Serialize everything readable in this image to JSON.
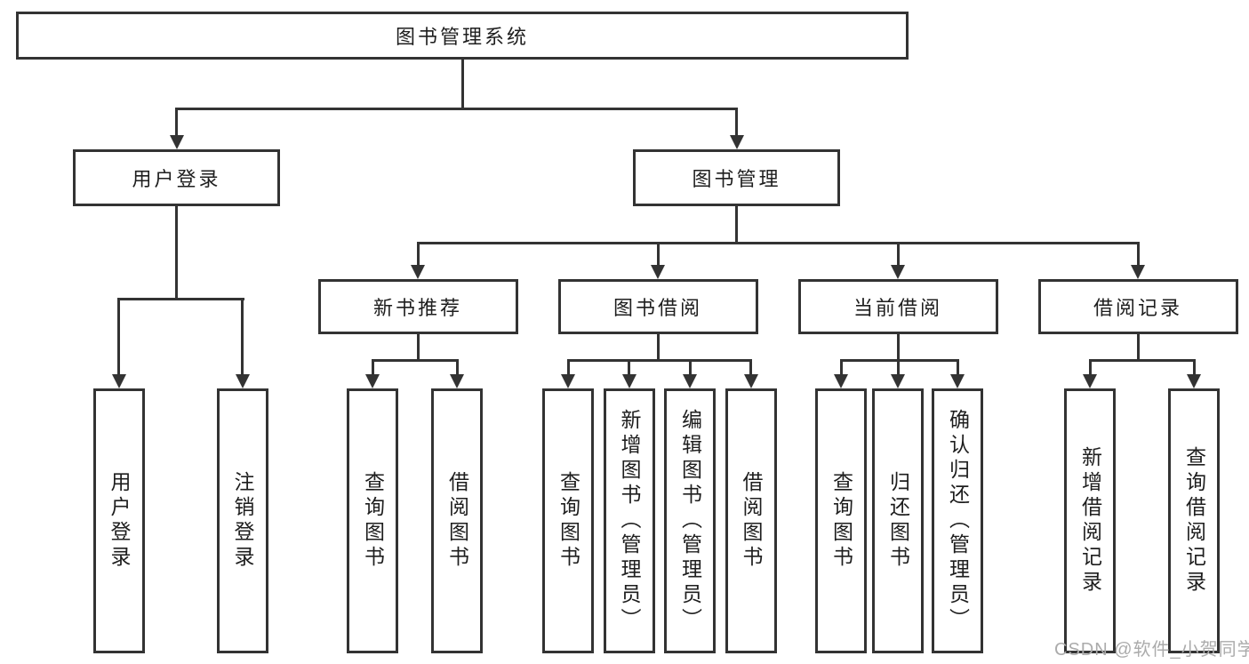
{
  "diagram": {
    "root": {
      "label": "图书管理系统"
    },
    "level2": [
      {
        "label": "用户登录"
      },
      {
        "label": "图书管理"
      }
    ],
    "level3": [
      {
        "label": "新书推荐"
      },
      {
        "label": "图书借阅"
      },
      {
        "label": "当前借阅"
      },
      {
        "label": "借阅记录"
      }
    ],
    "leaves": {
      "user_login": [
        "用户登录",
        "注销登录"
      ],
      "new_book_recommendation": [
        "查询图书",
        "借阅图书"
      ],
      "book_borrowing": [
        "查询图书",
        "新增图书（管理员）",
        "编辑图书（管理员）",
        "借阅图书"
      ],
      "current_borrowing": [
        "查询图书",
        "归还图书",
        "确认归还（管理员）"
      ],
      "borrowing_records": [
        "新增借阅记录",
        "查询借阅记录"
      ]
    }
  },
  "watermark": {
    "text": "CSDN @软件_小贺同学"
  },
  "colors": {
    "line": "#333333",
    "text": "#1e1e1e",
    "watermark": "#ababab",
    "background": "#ffffff"
  }
}
